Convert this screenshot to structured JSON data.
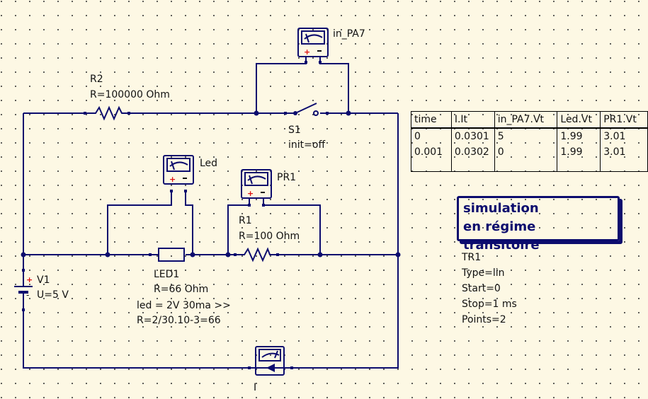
{
  "components": {
    "r2": {
      "name": "R2",
      "value": "R=100000 Ohm"
    },
    "s1": {
      "name": "S1",
      "init": "init=off"
    },
    "probe_in_pa7": {
      "name": "in_PA7"
    },
    "probe_led": {
      "name": "Led"
    },
    "probe_pr1": {
      "name": "PR1"
    },
    "r1": {
      "name": "R1",
      "value": "R=100 Ohm"
    },
    "led1": {
      "name": "LED1",
      "value": "R=66 Ohm",
      "note1": "led = 2V 30ma >>",
      "note2": "R=2/30.10-3=66"
    },
    "v1": {
      "name": "V1",
      "value": "U=5 V",
      "plus": "+",
      "minus": "-"
    },
    "ammeter": {
      "name": "I"
    }
  },
  "results_table": {
    "headers": [
      "time",
      "I.It",
      "in_PA7.Vt",
      "Led.Vt",
      "PR1.Vt"
    ],
    "rows": [
      [
        "0",
        "0.0301",
        "5",
        "1.99",
        "3.01"
      ],
      [
        "0.001",
        "0.0302",
        "0",
        "1.99",
        "3.01"
      ]
    ]
  },
  "simulation": {
    "title_line1": "simulation",
    "title_line2": "en régime transitoire",
    "name": "TR1",
    "type": "Type=lin",
    "start": "Start=0",
    "stop": "Stop=1 ms",
    "points": "Points=2"
  },
  "colors": {
    "wire": "#0c0c6e",
    "background": "#fdf8e4",
    "plus_marker": "#dd1111"
  }
}
